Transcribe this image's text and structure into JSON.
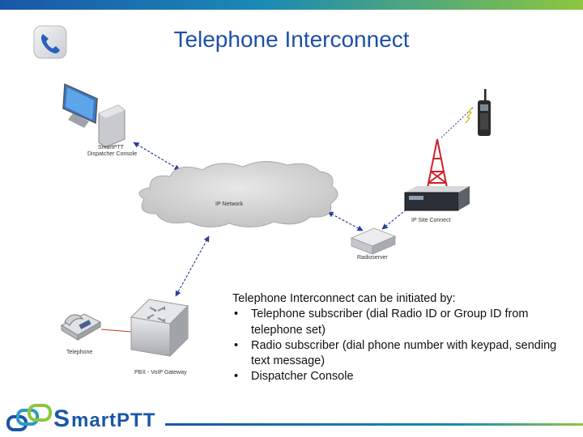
{
  "title": "Telephone Interconnect",
  "diagram": {
    "nodes": {
      "dispatcher": "SmartPTT\nDispatcher Console",
      "ip_network": "IP Network",
      "ip_site_connect": "IP Site Connect",
      "radioserver": "Radioserver",
      "telephone": "Telephone",
      "gateway": "PBX - VoIP Gateway"
    }
  },
  "description": {
    "intro": "Telephone Interconnect can be initiated by:",
    "items": [
      "Telephone subscriber (dial Radio ID or Group ID from telephone set)",
      "Radio subscriber (dial phone number with keypad, sending text message)",
      "Dispatcher Console"
    ]
  },
  "logo": {
    "text_prefix": "S",
    "text_rest": "martPTT"
  },
  "colors": {
    "title": "#1f4fa8",
    "arrows": "#2b3f9e",
    "bar_blue": "#1a56a8",
    "bar_green": "#8cc63f"
  }
}
